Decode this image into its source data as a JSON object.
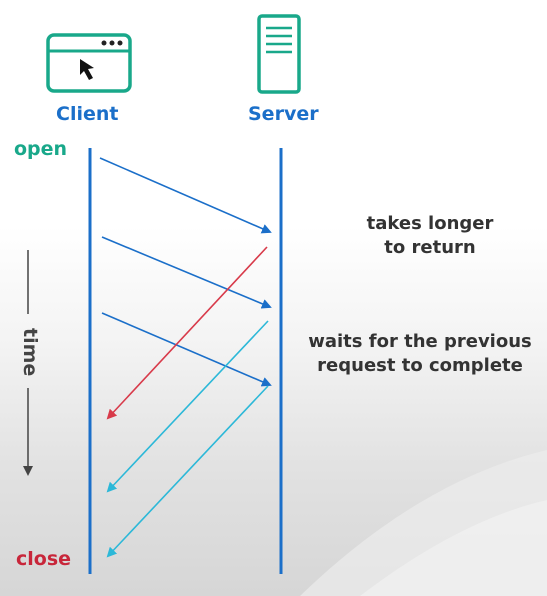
{
  "colors": {
    "client_icon": "#19a88a",
    "server_icon": "#19a88a",
    "label_blue": "#1b6fc9",
    "open_green": "#19a88a",
    "close_red": "#c8263a",
    "lifeline": "#1b6fc9",
    "request_arrow": "#1b6fc9",
    "slow_response": "#d83a4a",
    "response": "#2cb8d8"
  },
  "icons": {
    "client": "browser-window-cursor-icon",
    "server": "server-tower-icon"
  },
  "labels": {
    "client": "Client",
    "server": "Server",
    "open": "open",
    "close": "close",
    "time": "time"
  },
  "notes": {
    "slow_line1": "takes longer",
    "slow_line2": "to return",
    "wait_line1": "waits for the previous",
    "wait_line2": "request to complete"
  },
  "messages": [
    {
      "direction": "client-to-server",
      "kind": "request",
      "order": 1
    },
    {
      "direction": "client-to-server",
      "kind": "request",
      "order": 2
    },
    {
      "direction": "client-to-server",
      "kind": "request",
      "order": 3
    },
    {
      "direction": "server-to-client",
      "kind": "slow-response",
      "order": 1
    },
    {
      "direction": "server-to-client",
      "kind": "response",
      "order": 2
    },
    {
      "direction": "server-to-client",
      "kind": "response",
      "order": 3
    }
  ]
}
